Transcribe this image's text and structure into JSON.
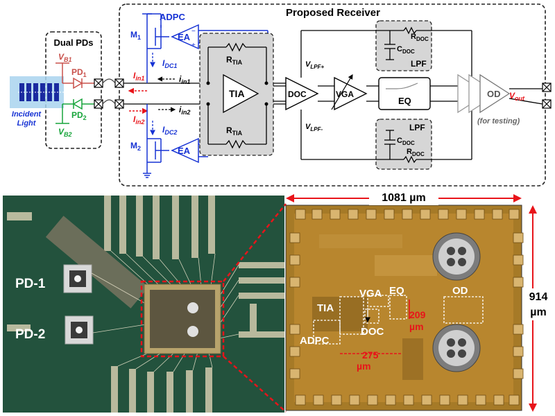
{
  "schematic": {
    "title": "Proposed Receiver",
    "dual_pds": "Dual PDs",
    "incident_light": [
      "Incident",
      "Light"
    ],
    "vb1": "V",
    "vb1_sub": "B1",
    "vb2": "V",
    "vb2_sub": "B2",
    "pd1": "PD",
    "pd1_sub": "1",
    "pd2": "PD",
    "pd2_sub": "2",
    "adpc": "ADPC",
    "m1": "M",
    "m1_sub": "1",
    "m2": "M",
    "m2_sub": "2",
    "ea": "EA",
    "idc1": "I",
    "idc1_sub": "DC1",
    "idc2": "I",
    "idc2_sub": "DC2",
    "iin1": "I",
    "iin1_sub": "in1",
    "iin2": "I",
    "iin2_sub": "in2",
    "iin1_small": "i",
    "iin1_small_sub": "in1",
    "iin2_small": "i",
    "iin2_small_sub": "in2",
    "rtia": "R",
    "rtia_sub": "TIA",
    "tia": "TIA",
    "doc": "DOC",
    "vga": "VGA",
    "eq": "EQ",
    "od": "OD",
    "lpf": "LPF",
    "rdoc": "R",
    "rdoc_sub": "DOC",
    "cdoc": "C",
    "cdoc_sub": "DOC",
    "vlpf_plus": "V",
    "vlpf_plus_sub": "LPF+",
    "vlpf_minus": "V",
    "vlpf_minus_sub": "LPF-",
    "vout": "V",
    "vout_sub": "out",
    "for_testing": "(for testing)"
  },
  "photo": {
    "pd1_label": "PD-1",
    "pd2_label": "PD-2"
  },
  "die": {
    "width_label": "1081 µm",
    "height_label_1": "914",
    "height_label_2": "µm",
    "blocks": {
      "tia": "TIA",
      "adpc": "ADPC",
      "vga": "VGA",
      "eq": "EQ",
      "doc": "DOC",
      "od": "OD"
    },
    "dim_209_a": "209",
    "dim_209_b": "µm",
    "dim_275_a": "275",
    "dim_275_b": "µm"
  },
  "colors": {
    "red": "#e8141a",
    "blue": "#1632d4",
    "green": "#17a43a",
    "pink": "#c8504a",
    "gray_block": "#d6d6d6",
    "die_copper": "#b8862e",
    "pcb_green": "#1f4a38"
  }
}
